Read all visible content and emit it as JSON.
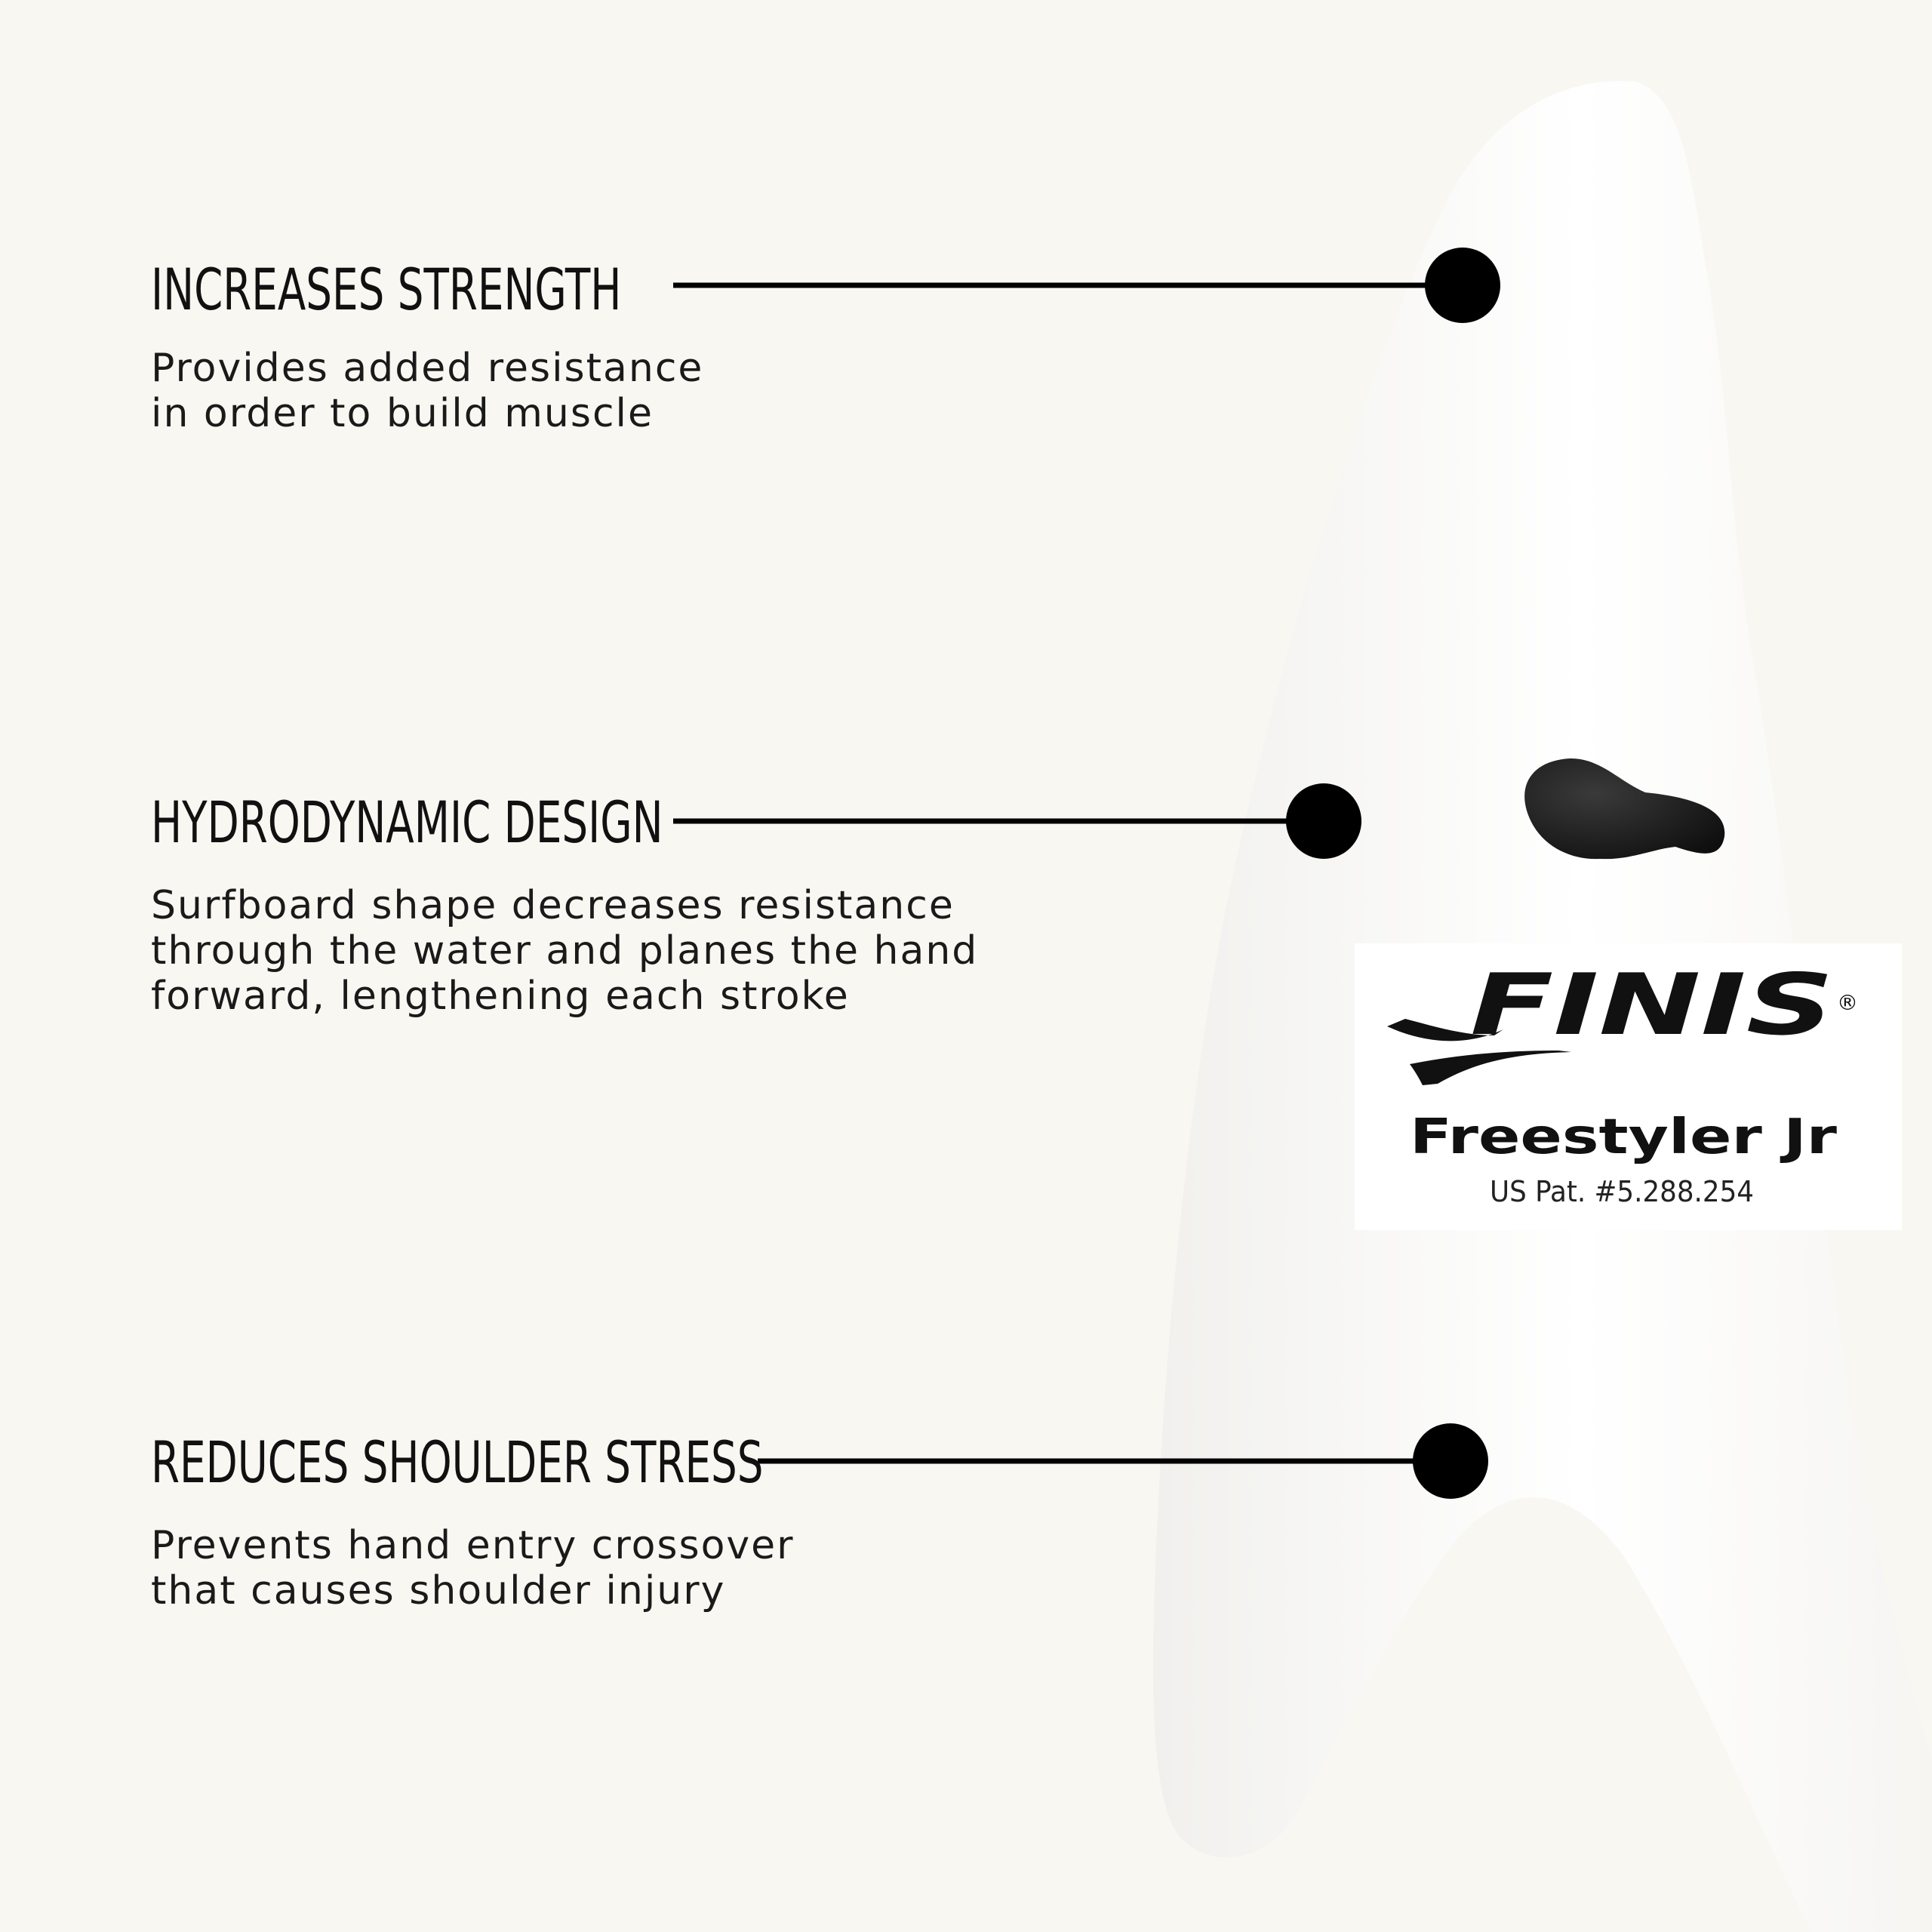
{
  "features": [
    {
      "title": "INCREASES STRENGTH",
      "description_lines": [
        "Provides added resistance",
        "in order to build muscle"
      ]
    },
    {
      "title": "HYDRODYNAMIC DESIGN",
      "description_lines": [
        "Surfboard shape decreases resistance",
        "through the water and planes the hand",
        "forward, lengthening each stroke"
      ]
    },
    {
      "title": "REDUCES SHOULDER STRESS",
      "description_lines": [
        "Prevents hand entry crossover",
        "that causes shoulder injury"
      ]
    }
  ],
  "product_label": {
    "brand": "FINIS",
    "registered_mark": "®",
    "model": "Freestyler Jr",
    "patent": "US Pat. #5.288.254"
  },
  "colors": {
    "background": "#f8f7f2",
    "paddle": "#ffffff",
    "paddle_shade": "#efeeeb",
    "text": "#111111",
    "leader": "#000000",
    "strap_peg": "#1c1c1c"
  }
}
